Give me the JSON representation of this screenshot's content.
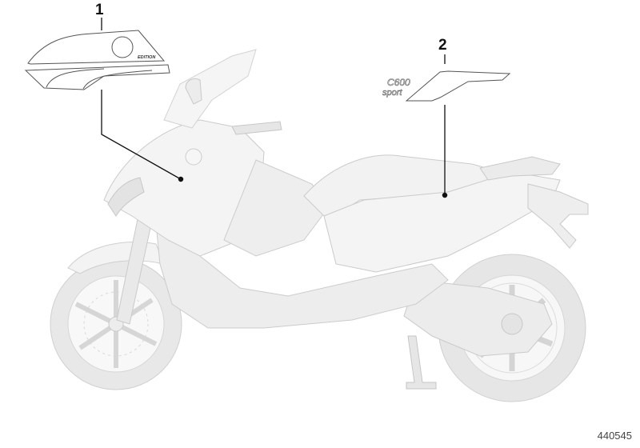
{
  "diagram": {
    "type": "parts-illustration",
    "subject": "scooter with decal stickers",
    "drawing_number": "440545",
    "callouts": [
      {
        "number": "1",
        "part": "side panel decal with round emblem and EDITION text",
        "decal_text": "EDITION"
      },
      {
        "number": "2",
        "part": "rear side decal with model lettering",
        "decal_text_line1": "C600",
        "decal_text_line2": "sport"
      }
    ],
    "colors": {
      "background": "#ffffff",
      "vehicle_fill": "#f0f0f0",
      "vehicle_shade": "#dcdcdc",
      "vehicle_outline": "#c8c8c8",
      "leader_line": "#111111",
      "decal_outline": "#555555"
    }
  }
}
